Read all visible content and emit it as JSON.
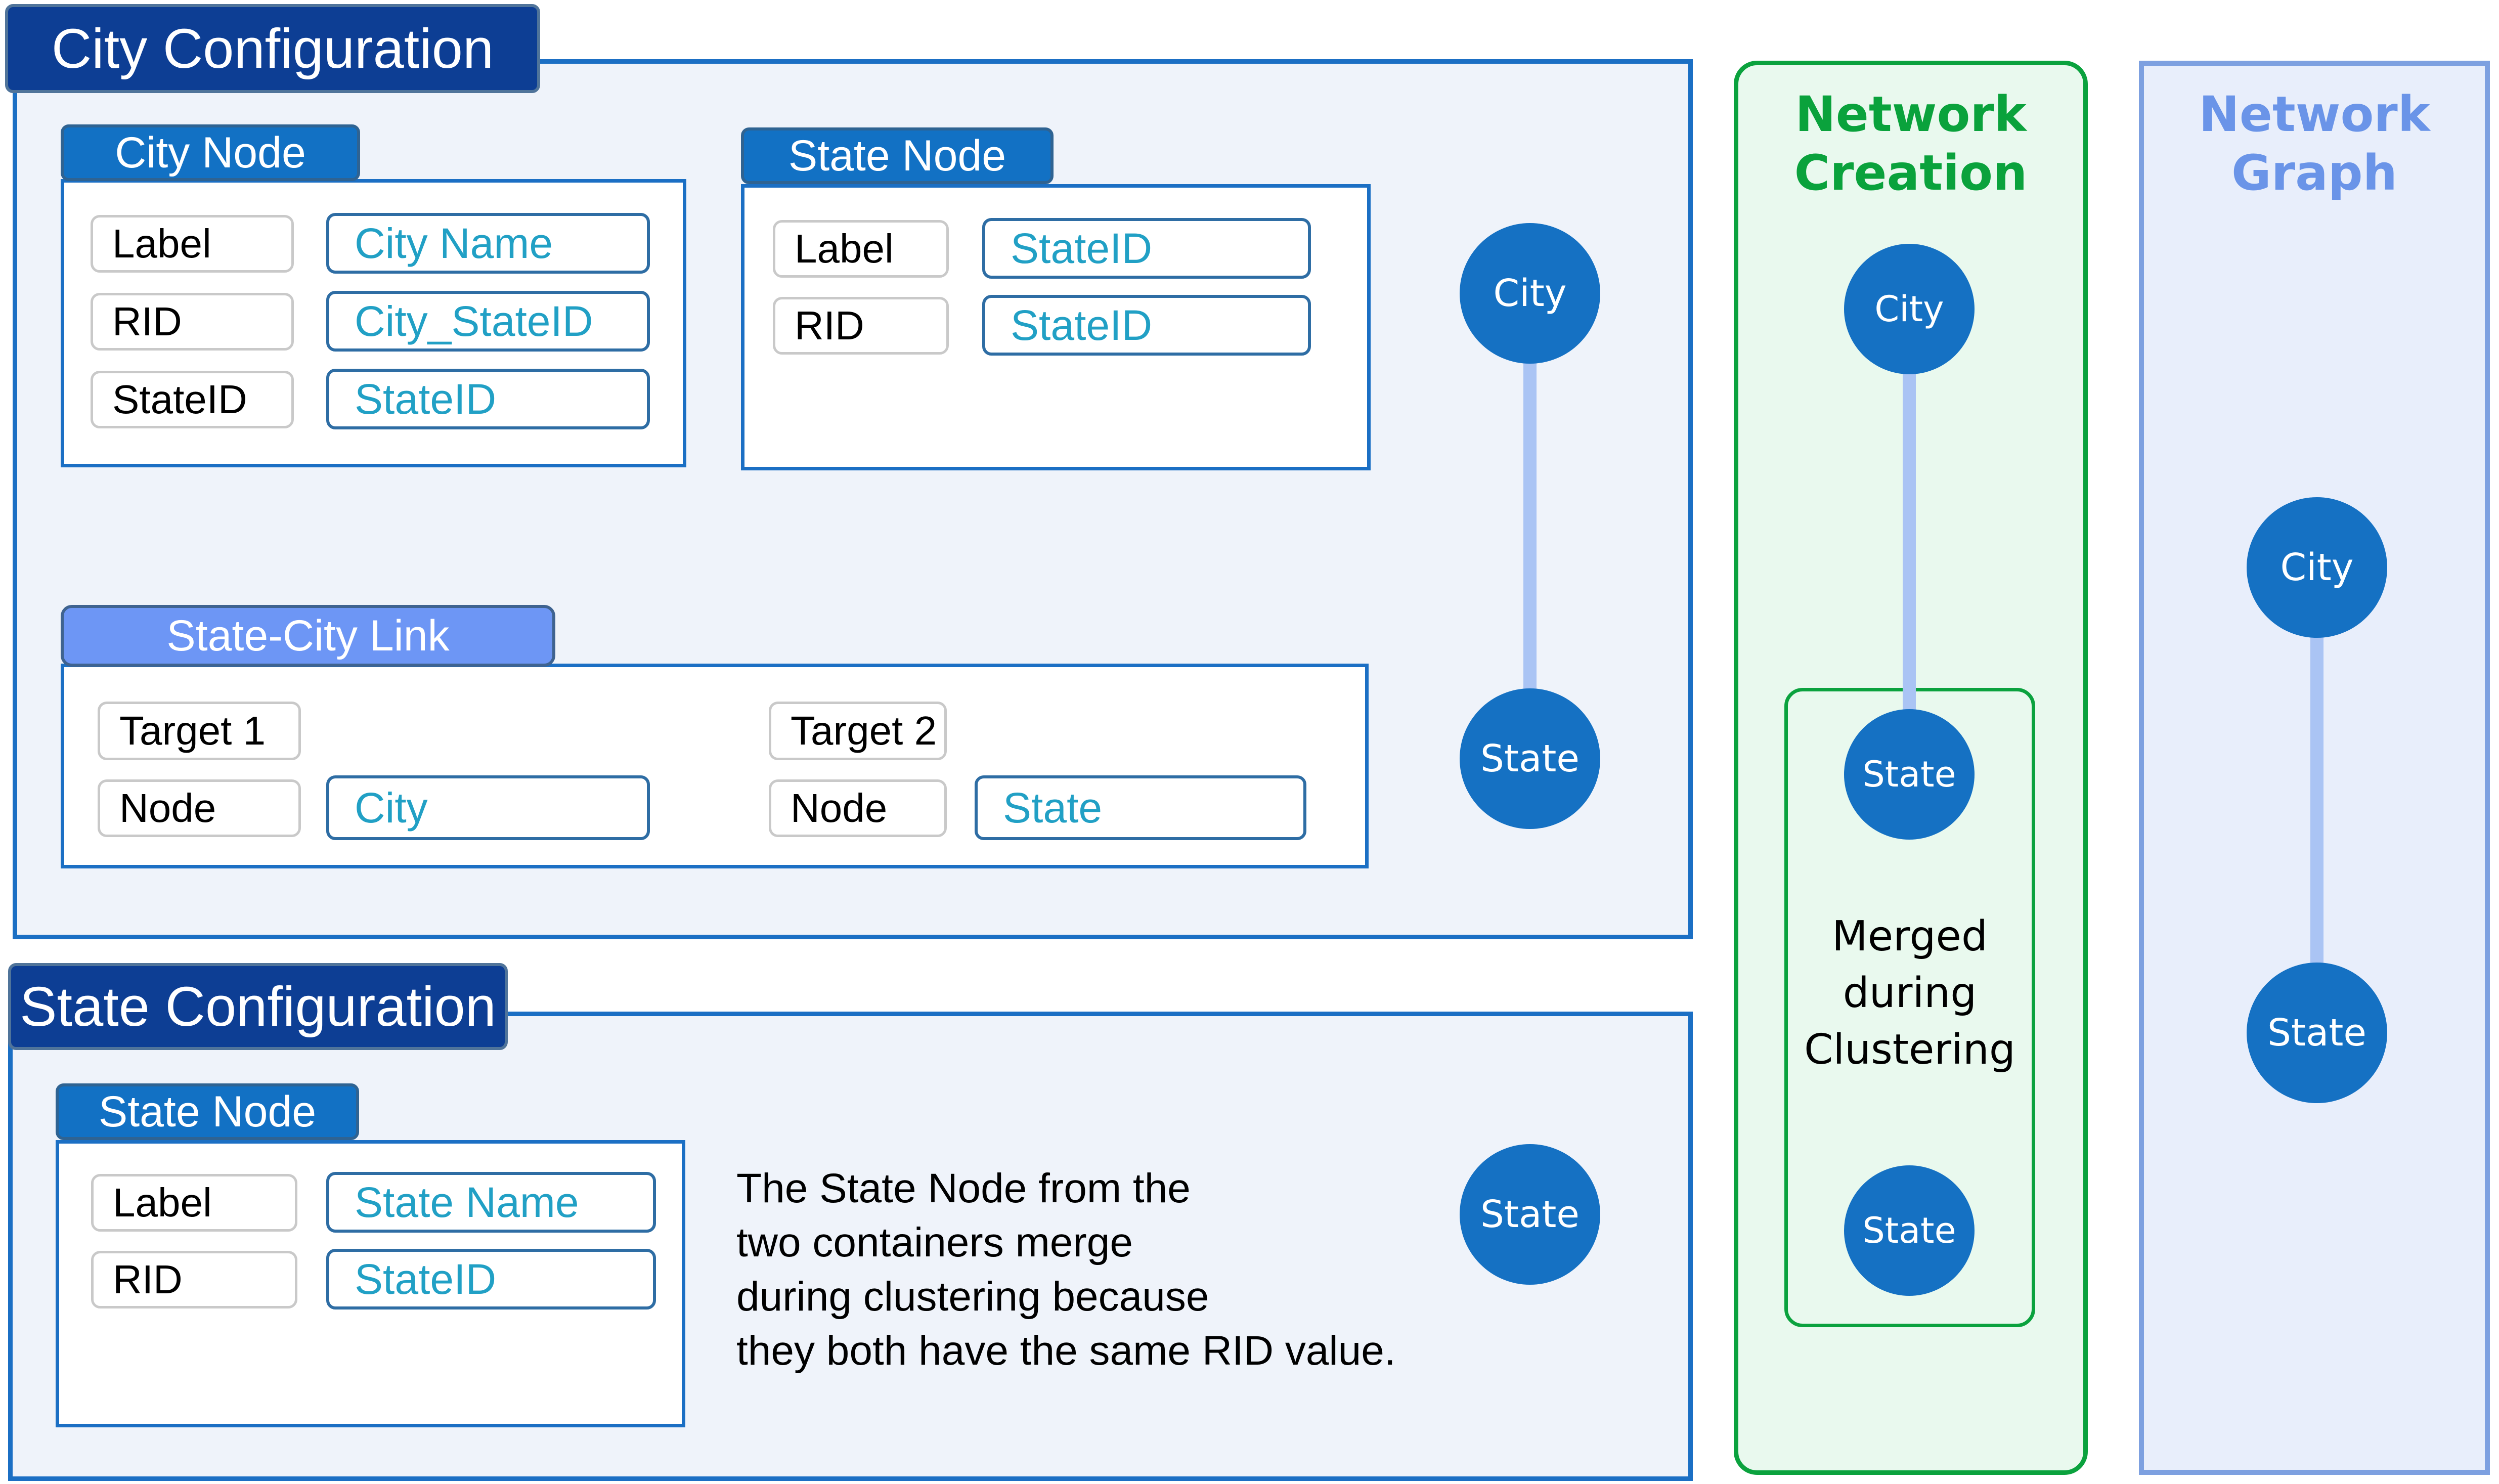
{
  "colors": {
    "header_navy": "#0d3e94",
    "node_tab_blue": "#1271c4",
    "link_tab_blue": "#6d96f5",
    "panel_border_blue": "#1b6fc4",
    "panel_bg": "#eff3fa",
    "value_text_teal": "#21a0c5",
    "value_border_blue": "#2e6da4",
    "node_circle_blue": "#1571c3",
    "edge_light_blue": "#aac4f4",
    "creation_green": "#0ba23e",
    "creation_bg": "#e9f9ee",
    "graph_title_blue": "#6a94e8",
    "graph_border_blue": "#7da0e0",
    "graph_bg": "#e8eefb"
  },
  "city_config": {
    "title": "City Configuration",
    "city_node": {
      "title": "City Node",
      "fields": [
        {
          "label": "Label",
          "value": "City Name"
        },
        {
          "label": "RID",
          "value": "City_StateID"
        },
        {
          "label": "StateID",
          "value": "StateID"
        }
      ]
    },
    "state_node": {
      "title": "State Node",
      "fields": [
        {
          "label": "Label",
          "value": "StateID"
        },
        {
          "label": "RID",
          "value": "StateID"
        }
      ]
    },
    "link": {
      "title": "State-City Link",
      "targets": [
        {
          "target_label": "Target 1",
          "node_label": "Node",
          "node_value": "City"
        },
        {
          "target_label": "Target 2",
          "node_label": "Node",
          "node_value": "State"
        }
      ]
    },
    "graph_nodes": {
      "top": "City",
      "bottom": "State"
    }
  },
  "state_config": {
    "title": "State Configuration",
    "state_node": {
      "title": "State Node",
      "fields": [
        {
          "label": "Label",
          "value": "State Name"
        },
        {
          "label": "RID",
          "value": "StateID"
        }
      ]
    },
    "note_lines": [
      "The State Node from the",
      "two containers merge",
      "during clustering because",
      "they both have the same RID value."
    ],
    "graph_node": "State"
  },
  "network_creation": {
    "title_lines": [
      "Network",
      "Creation"
    ],
    "top_node": "City",
    "merged_top_node": "State",
    "caption_lines": [
      "Merged",
      "during",
      "Clustering"
    ],
    "merged_bottom_node": "State"
  },
  "network_graph": {
    "title_lines": [
      "Network",
      "Graph"
    ],
    "top_node": "City",
    "bottom_node": "State"
  }
}
